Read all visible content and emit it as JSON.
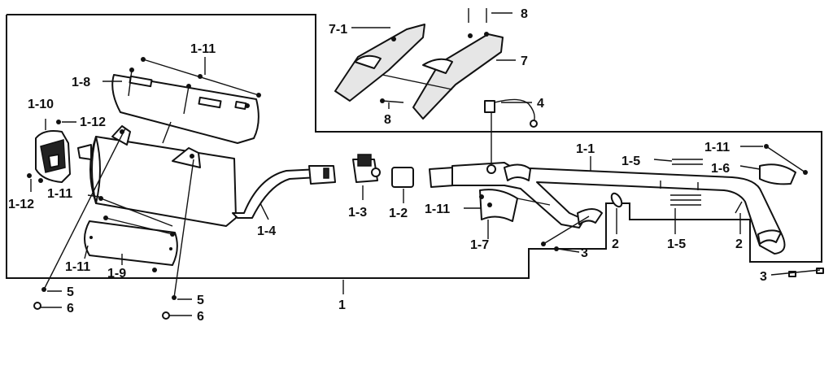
{
  "callouts": {
    "c1": "1",
    "c1_1": "1-1",
    "c1_2": "1-2",
    "c1_3": "1-3",
    "c1_4": "1-4",
    "c1_5a": "1-5",
    "c1_5b": "1-5",
    "c1_6": "1-6",
    "c1_7": "1-7",
    "c1_8": "1-8",
    "c1_9": "1-9",
    "c1_10": "1-10",
    "c1_11a": "1-11",
    "c1_11b": "1-11",
    "c1_11c": "1-11",
    "c1_11d": "1-11",
    "c1_11e": "1-11",
    "c1_12a": "1-12",
    "c1_12b": "1-12",
    "c2a": "2",
    "c2b": "2",
    "c3a": "3",
    "c3b": "3",
    "c4": "4",
    "c5a": "5",
    "c5b": "5",
    "c6a": "6",
    "c6b": "6",
    "c7": "7",
    "c7_1": "7-1",
    "c8a": "8",
    "c8b": "8"
  }
}
